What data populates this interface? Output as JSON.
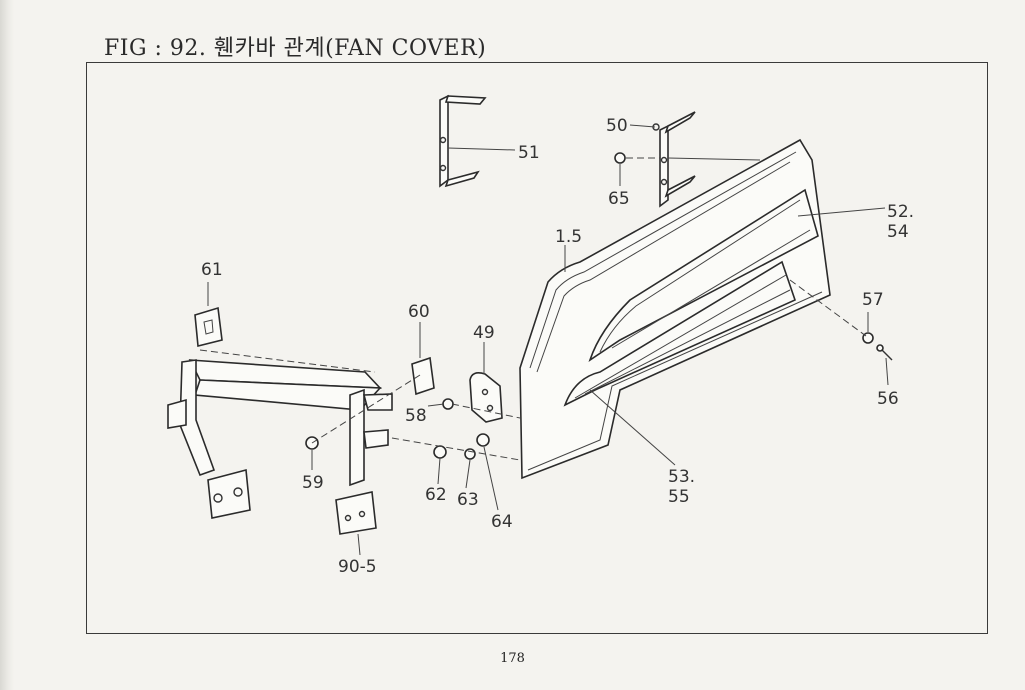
{
  "figure": {
    "title": "FIG : 92. 휀카바 관계(FAN COVER)"
  },
  "callouts": [
    "50",
    "51",
    "65",
    "1.5",
    "52.",
    "54",
    "61",
    "57",
    "60",
    "49",
    "58",
    "59",
    "62",
    "63",
    "64",
    "56",
    "53.",
    "55",
    "90-5"
  ],
  "page_number": "178"
}
